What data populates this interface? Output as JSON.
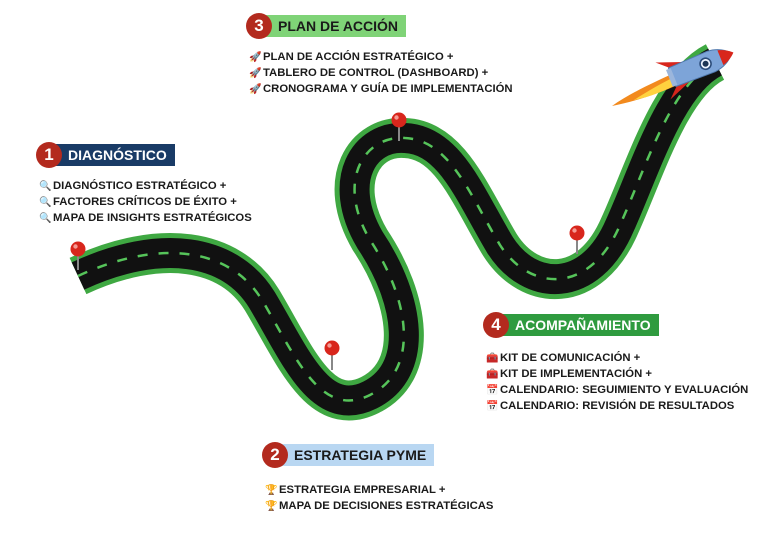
{
  "colors": {
    "road": "#111111",
    "road_edge": "#3fa842",
    "lane_marks": "#56c45a",
    "pin": "#d8261c",
    "badge": "#b32a1e"
  },
  "steps": [
    {
      "number": "1",
      "title": "DIAGNÓSTICO",
      "bullet_icon": "magnifier-icon",
      "bullet": "🔍",
      "items": [
        "DIAGNÓSTICO ESTRATÉGICO +",
        "FACTORES CRÍTICOS DE ÉXITO +",
        "MAPA DE INSIGHTS ESTRATÉGICOS"
      ]
    },
    {
      "number": "2",
      "title": "ESTRATEGIA PYME",
      "bullet_icon": "trophy-icon",
      "bullet": "🏆",
      "items": [
        "ESTRATEGIA EMPRESARIAL +",
        "MAPA DE DECISIONES ESTRATÉGICAS"
      ]
    },
    {
      "number": "3",
      "title": "PLAN DE ACCIÓN",
      "bullet_icon": "rocket-icon",
      "bullet": "🚀",
      "items": [
        "PLAN DE ACCIÓN ESTRATÉGICO +",
        "TABLERO DE CONTROL (DASHBOARD) +",
        "CRONOGRAMA Y GUÍA DE IMPLEMENTACIÓN"
      ]
    },
    {
      "number": "4",
      "title": "ACOMPAÑAMIENTO",
      "bullet_icon": "toolbox-icon",
      "bullet": "🧰",
      "items": [
        "KIT DE COMUNICACIÓN +",
        "KIT DE IMPLEMENTACIÓN +",
        "CALENDARIO: SEGUIMIENTO Y EVALUACIÓN",
        "CALENDARIO: REVISIÓN DE RESULTADOS"
      ],
      "item_icons": [
        "toolbox-icon",
        "toolbox-icon",
        "calendar-icon",
        "calendar-icon"
      ],
      "item_bullets": [
        "🧰",
        "🧰",
        "📅",
        "📅"
      ]
    }
  ]
}
